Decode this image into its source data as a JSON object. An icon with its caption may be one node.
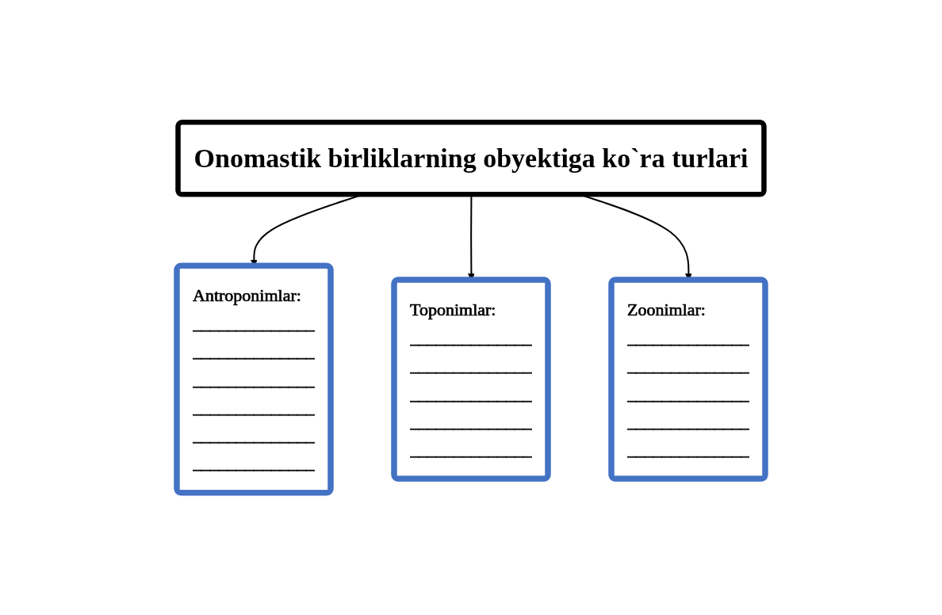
{
  "diagram": {
    "nodes": [
      {
        "text": [
          "Onomastik birliklarning obyektiga ko`ra turlari"
        ]
      },
      {
        "text": [
          "Antroponimlar:",
          "______________",
          "______________",
          "______________",
          "______________",
          "______________",
          "______________"
        ]
      },
      {
        "text": [
          "Toponimlar:",
          "______________",
          "______________",
          "______________",
          "______________",
          "______________"
        ]
      },
      {
        "text": [
          "Zoonimlar:",
          "______________",
          "______________",
          "______________",
          "______________",
          "______________"
        ]
      }
    ],
    "edges": [
      {
        "from": 0,
        "to": 1,
        "arrow": "to"
      },
      {
        "from": 0,
        "to": 2,
        "arrow": "to"
      },
      {
        "from": 0,
        "to": 3,
        "arrow": "to"
      }
    ]
  }
}
